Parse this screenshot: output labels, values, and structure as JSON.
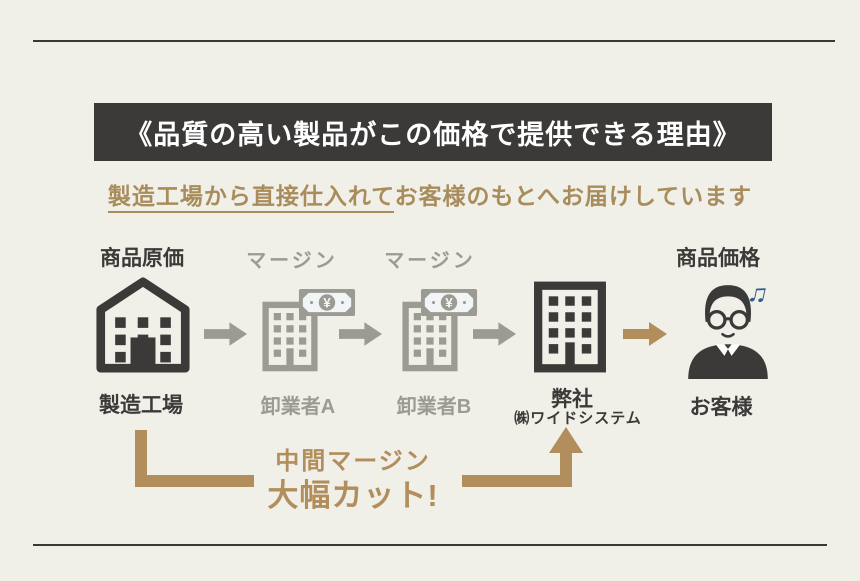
{
  "colors": {
    "background": "#f0efe8",
    "dark": "#3b3a38",
    "gray": "#9b9b93",
    "gold": "#b28e5d",
    "subtitle_gold": "#a98c5c",
    "banknote_fill": "#f2f5f6",
    "note_blue": "#2d5c8a",
    "white": "#ffffff"
  },
  "header": {
    "title": "《品質の高い製品がこの価格で提供できる理由》",
    "subtitle_underlined": "製造工場から直接仕入れて",
    "subtitle_rest": "お客様のもとへお届けしています"
  },
  "flow": {
    "steps": [
      {
        "id": "factory",
        "top_label": "商品原価",
        "bottom_label": "製造工場"
      },
      {
        "id": "wholesaler-a",
        "top_label": "マージン",
        "bottom_label": "卸業者A"
      },
      {
        "id": "wholesaler-b",
        "top_label": "マージン",
        "bottom_label": "卸業者B"
      },
      {
        "id": "company",
        "bottom_label": "弊社",
        "sub_label": "㈱ワイドシステム"
      },
      {
        "id": "customer",
        "top_label": "商品価格",
        "bottom_label": "お客様"
      }
    ]
  },
  "icons": {
    "yen_symbol": "¥",
    "music_note": "♫"
  },
  "callout": {
    "line1": "中間マージン",
    "line2": "大幅カット!"
  }
}
